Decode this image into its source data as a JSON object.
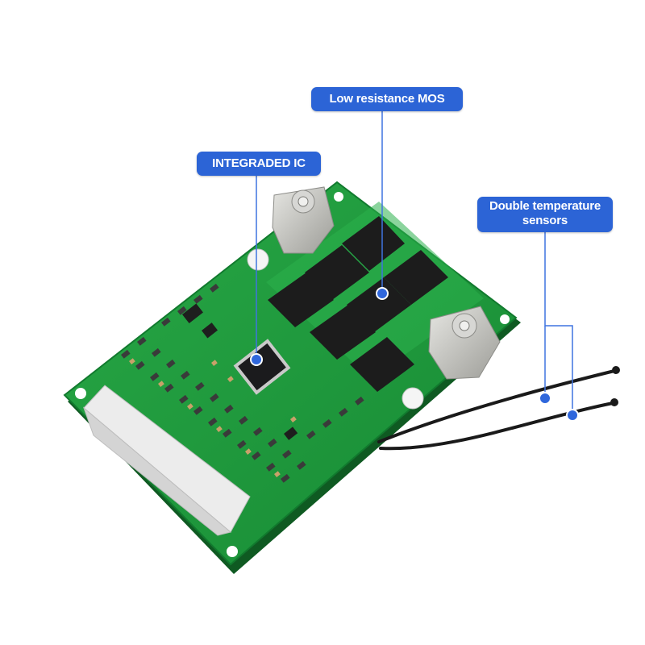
{
  "colors": {
    "callout_bg": "#2c64d6",
    "callout_line": "#3f74e0",
    "pcb_green": "#1f9a3c",
    "pcb_dark": "#146b28",
    "mosfet": "#1c1c1c",
    "connector": "#ececec",
    "terminal_metal": "#c9c9c4"
  },
  "callouts": {
    "mos": {
      "label": "Low resistance MOS"
    },
    "ic": {
      "label": "INTEGRADED IC"
    },
    "temp": {
      "line1": "Double temperature",
      "line2": "sensors"
    }
  },
  "icons": [
    "callout-dot-icon",
    "mosfet-chip",
    "ic-chip",
    "thermistor-probe",
    "screw-terminal"
  ]
}
